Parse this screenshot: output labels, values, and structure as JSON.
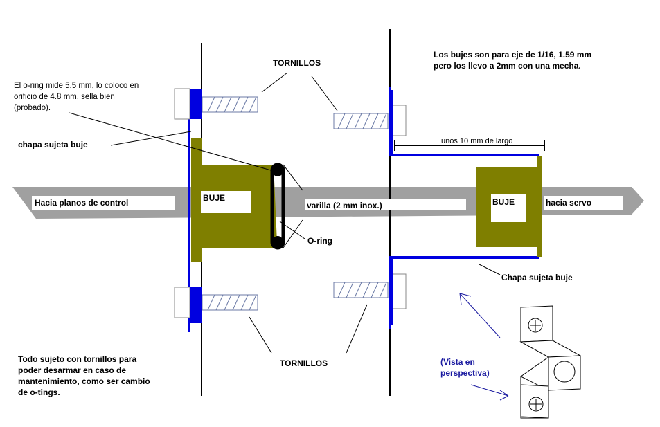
{
  "labels": {
    "tornillos_top": "TORNILLOS",
    "tornillos_bottom": "TORNILLOS",
    "bujes_note_1": "Los bujes son para eje de 1/16, 1.59 mm",
    "bujes_note_2": "pero los llevo a 2mm con una mecha.",
    "oring_note_1": "El o-ring mide 5.5 mm, lo coloco en",
    "oring_note_2": "orificio de 4.8 mm, sella bien",
    "oring_note_3": "(probado).",
    "chapa_left": "chapa sujeta buje",
    "length_label": "unos 10 mm de largo",
    "hacia_planos": "Hacia planos de control",
    "buje_left": "BUJE",
    "varilla": "varilla (2 mm inox.)",
    "buje_right": "BUJE",
    "hacia_servo": "hacia servo",
    "oring": "O-ring",
    "chapa_right": "Chapa sujeta buje",
    "note_1": "Todo sujeto con tornillos para",
    "note_2": "poder desarmar en caso de",
    "note_3": "mantenimiento, como ser cambio",
    "note_4": "de o-tings.",
    "vista_1": "(Vista en",
    "vista_2": "perspectiva)"
  },
  "colors": {
    "buje": "#7f7f00",
    "blue": "#0000e0",
    "rod": "#a0a0a0",
    "line": "#000000"
  }
}
